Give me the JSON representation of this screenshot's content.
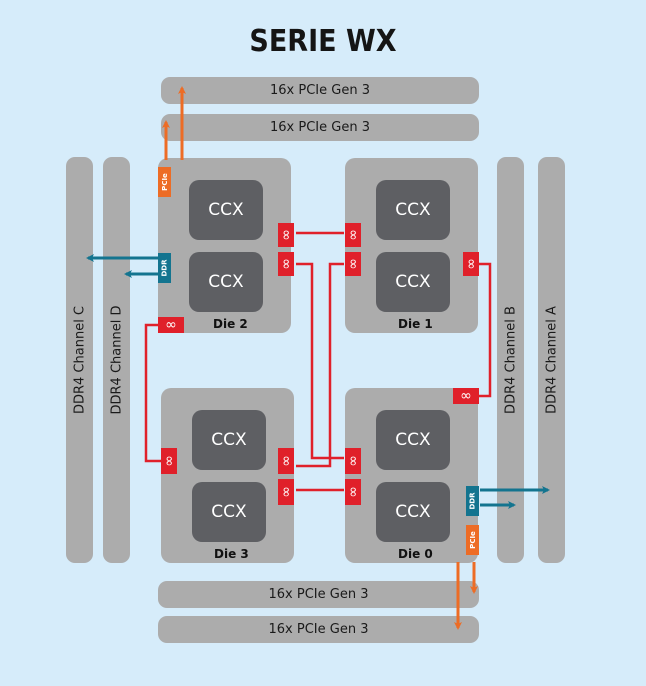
{
  "title": "SERIE WX",
  "colors": {
    "background": "#d6ecfa",
    "block_gray": "#acacac",
    "ccx_dark": "#5e5f63",
    "infinity_fabric_red": "#e0202a",
    "ddr_teal": "#13748f",
    "pcie_orange": "#ed6c25"
  },
  "pcie_lanes": {
    "top": [
      "16x PCIe Gen 3",
      "16x PCIe Gen 3"
    ],
    "bottom": [
      "16x PCIe Gen 3",
      "16x PCIe Gen 3"
    ]
  },
  "memory_channels": {
    "left": [
      "DDR4 Channel C",
      "DDR4 Channel D"
    ],
    "right": [
      "DDR4 Channel B",
      "DDR4 Channel A"
    ]
  },
  "dies": [
    {
      "label": "Die 2",
      "ccx": [
        "CCX",
        "CCX"
      ],
      "has_ddr": true,
      "has_pcie": true
    },
    {
      "label": "Die 1",
      "ccx": [
        "CCX",
        "CCX"
      ],
      "has_ddr": false,
      "has_pcie": false
    },
    {
      "label": "Die 3",
      "ccx": [
        "CCX",
        "CCX"
      ],
      "has_ddr": false,
      "has_pcie": false
    },
    {
      "label": "Die 0",
      "ccx": [
        "CCX",
        "CCX"
      ],
      "has_ddr": true,
      "has_pcie": true
    }
  ],
  "tags": {
    "ddr": "DDR",
    "pcie": "PCIe",
    "infinity": "∞"
  },
  "icons": {
    "infinity_fabric": "infinity-icon",
    "arrow": "arrow-icon"
  }
}
